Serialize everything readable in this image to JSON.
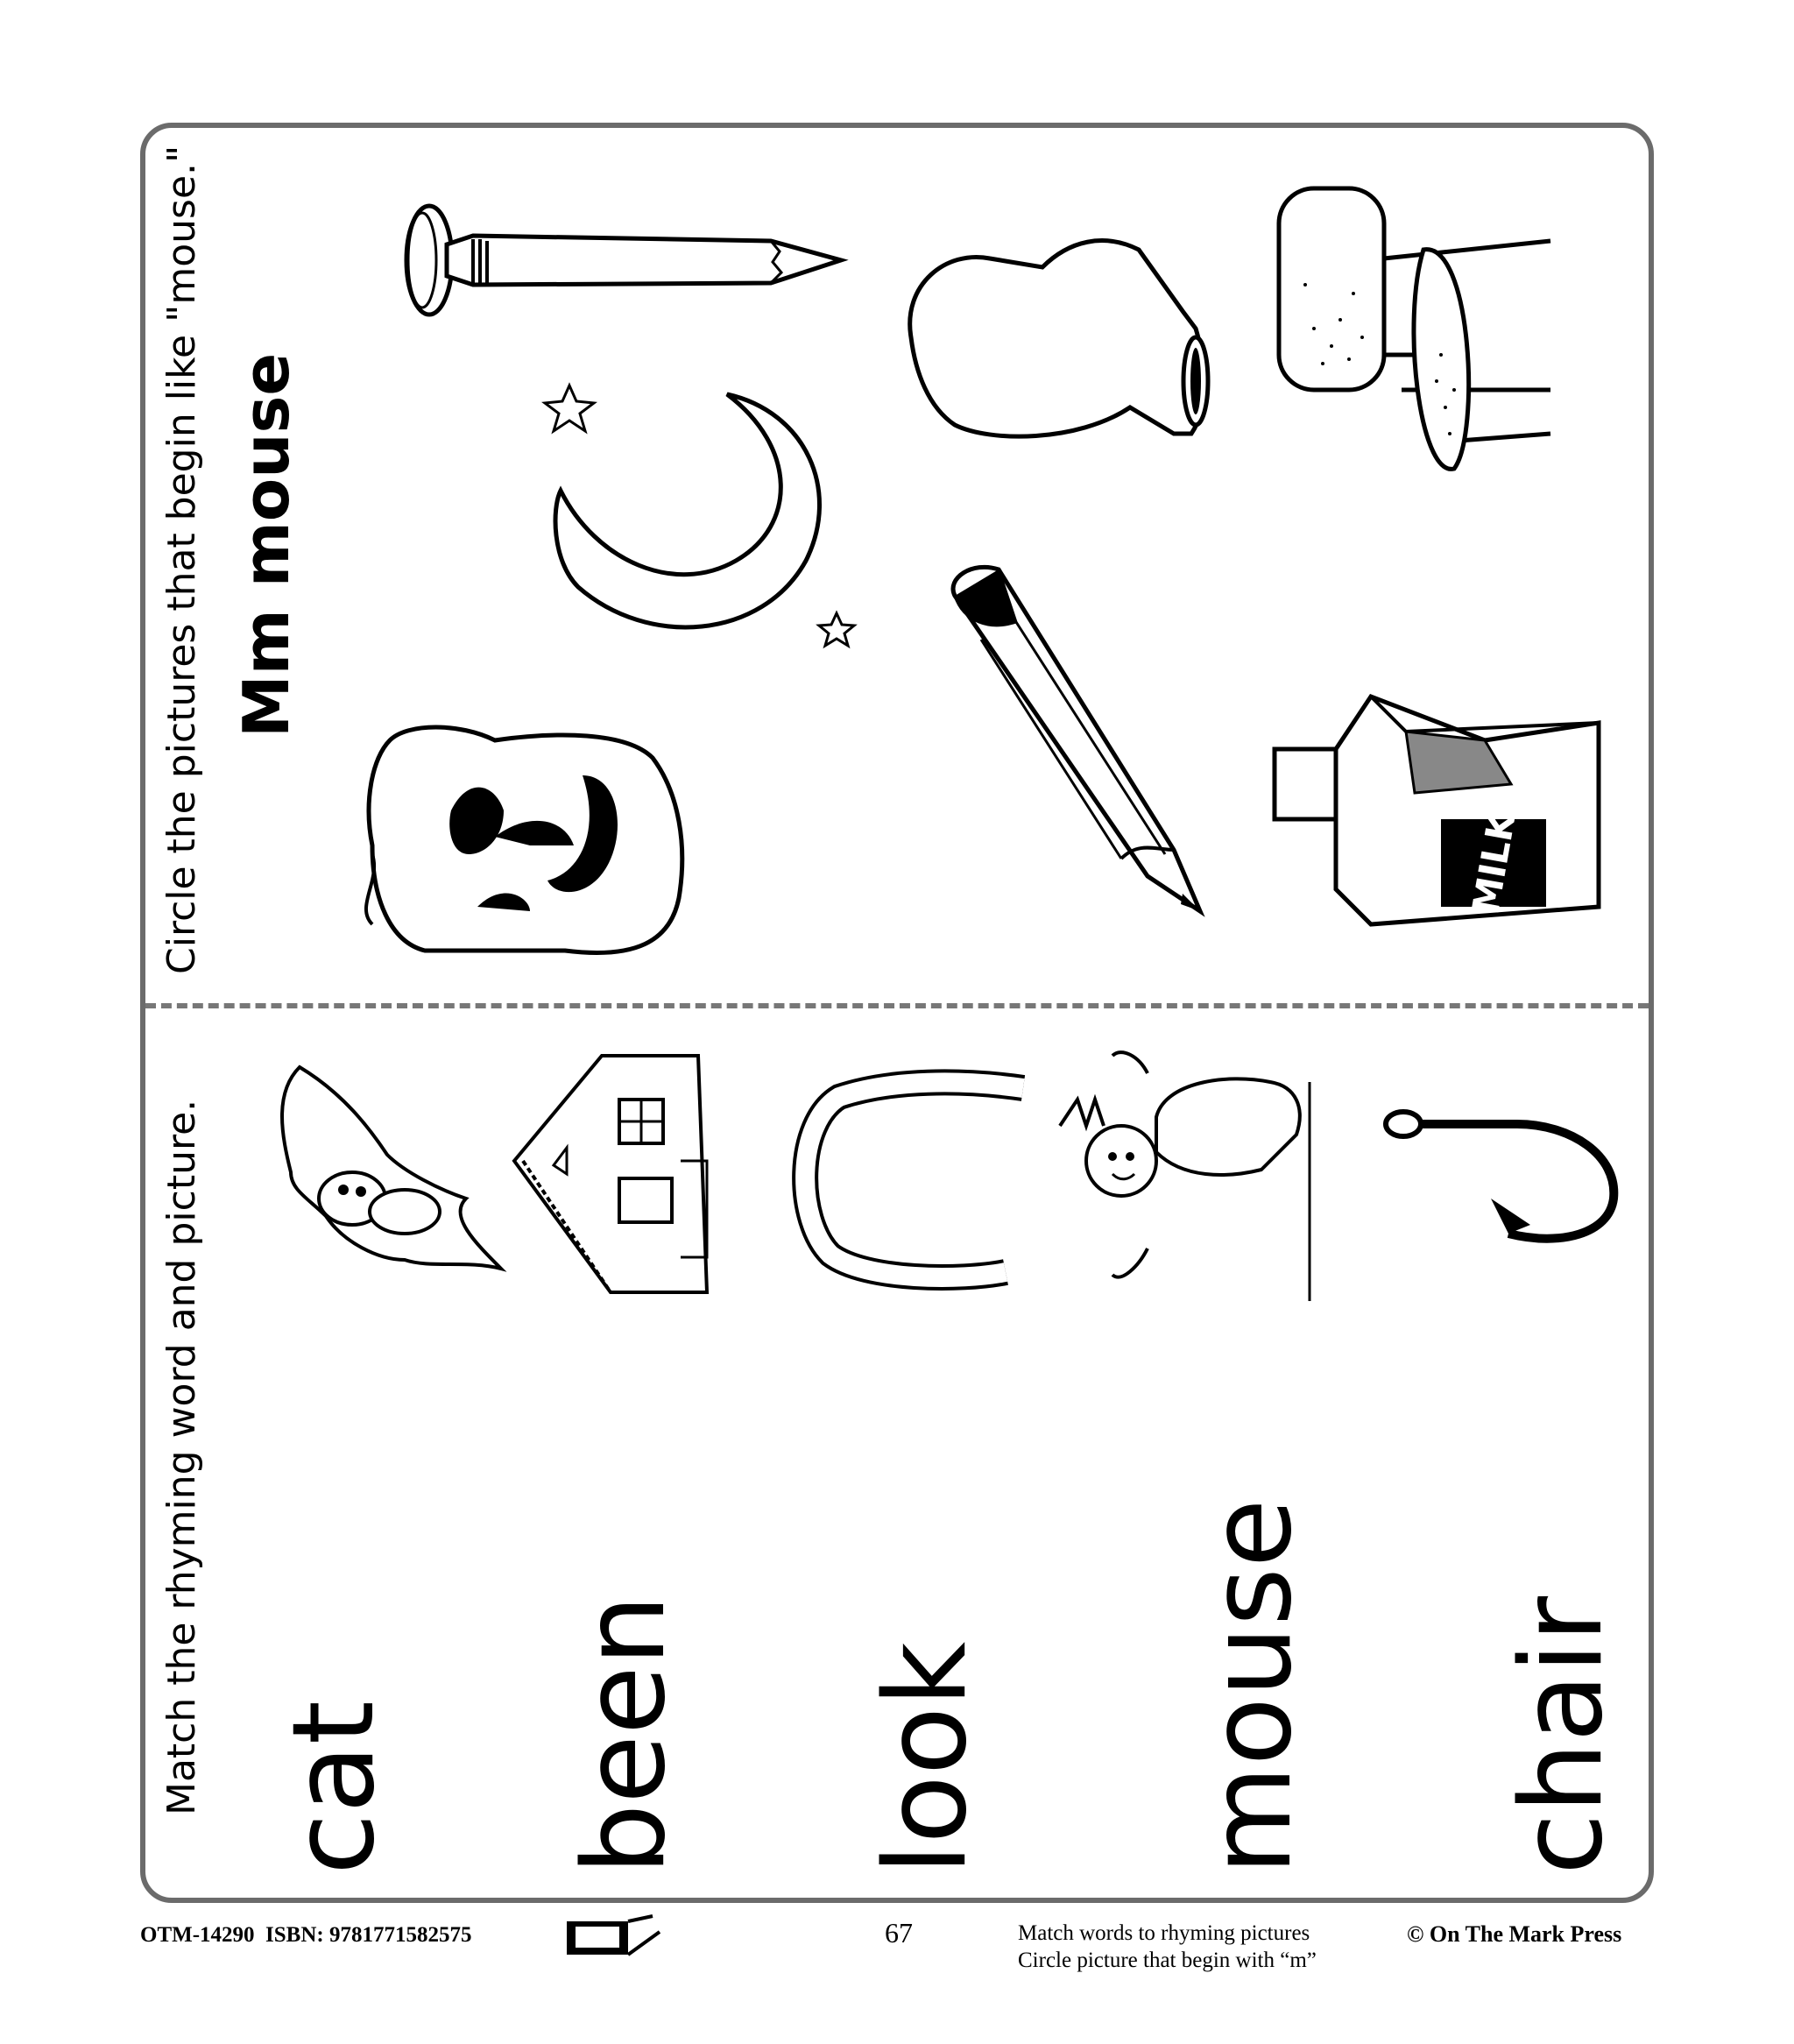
{
  "top_section": {
    "instruction": "Circle the pictures that begin like \"mouse.\"",
    "heading": "Mm mouse",
    "pictures": [
      "nail-icon",
      "moon-icon",
      "mitten-icon",
      "chair-icon",
      "mask-icon",
      "pencil-icon",
      "milk-carton-icon"
    ],
    "milk_label": "MILK"
  },
  "bottom_section": {
    "instruction": "Match the rhyming word and picture.",
    "words": [
      "cat",
      "been",
      "look",
      "mouse",
      "chair"
    ],
    "pictures": [
      "bat-icon",
      "house-icon",
      "hook-feather-icon",
      "queen-icon",
      "fish-hook-icon"
    ]
  },
  "footer": {
    "code": "OTM-14290",
    "isbn": "ISBN: 9781771582575",
    "page_number": "67",
    "desc_line1": "Match words to rhyming pictures",
    "desc_line2": "Circle picture that begin with “m”",
    "publisher": "© On The Mark Press"
  }
}
